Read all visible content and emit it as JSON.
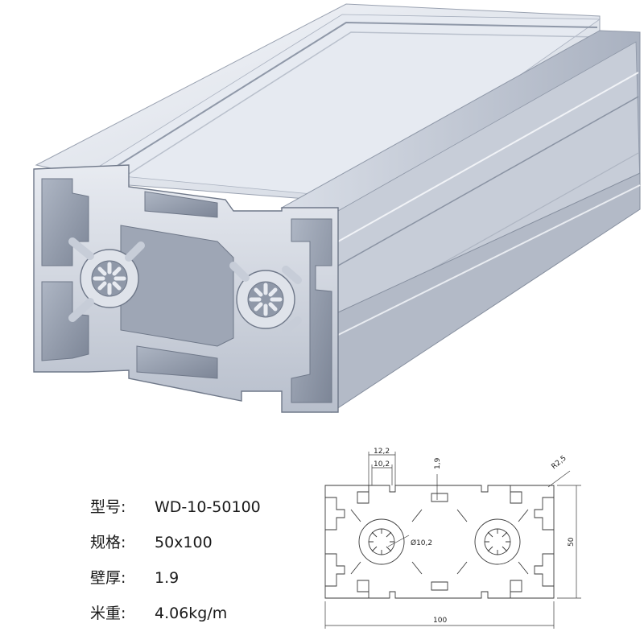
{
  "specs": [
    {
      "label": "型号:",
      "value": "WD-10-50100"
    },
    {
      "label": "规格:",
      "value": "50x100"
    },
    {
      "label": "壁厚:",
      "value": "1.9"
    },
    {
      "label": "米重:",
      "value": "4.06kg/m"
    }
  ],
  "drawing": {
    "dim_slot_outer": "12,2",
    "dim_slot_inner": "10,2",
    "dim_wall": "1,9",
    "dim_radius": "R2,5",
    "dim_bore": "Ø10,2",
    "dim_height": "50",
    "dim_width": "100"
  },
  "colors": {
    "aluminum_light": "#e3e7ef",
    "aluminum_mid": "#c2c8d4",
    "aluminum_dark": "#8d95a6",
    "line": "#3a3a3a"
  }
}
